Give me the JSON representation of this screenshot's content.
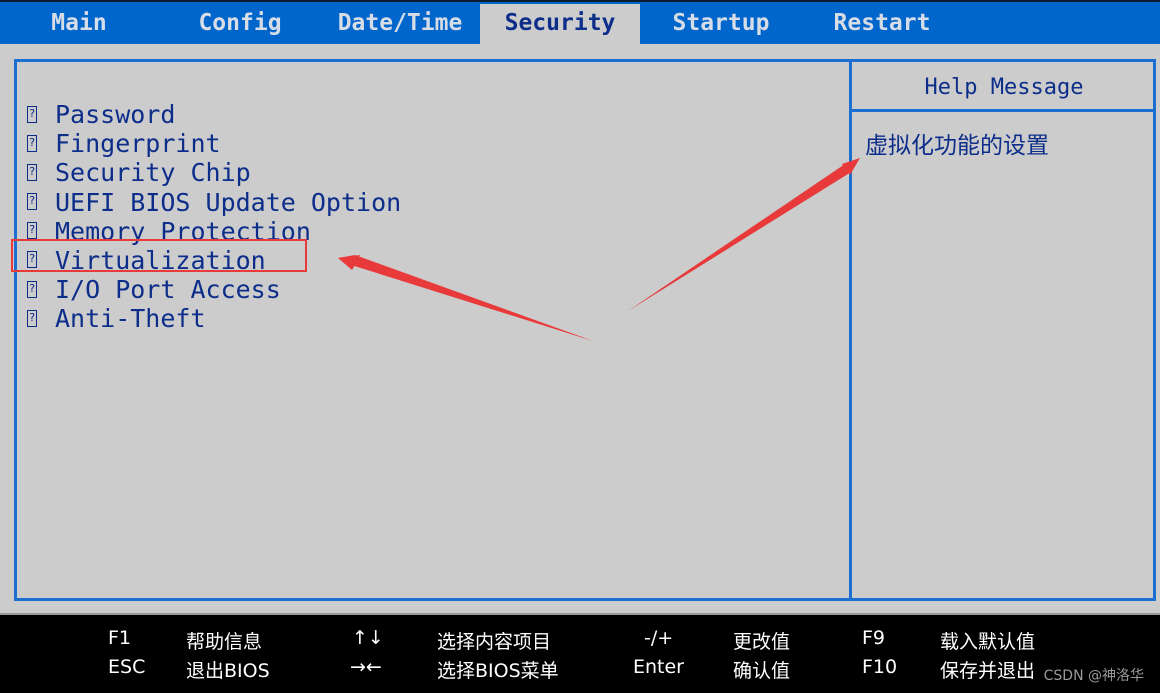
{
  "tabs": [
    {
      "label": "Main",
      "active": false
    },
    {
      "label": "Config",
      "active": false
    },
    {
      "label": "Date/Time",
      "active": false
    },
    {
      "label": "Security",
      "active": true
    },
    {
      "label": "Startup",
      "active": false
    },
    {
      "label": "Restart",
      "active": false
    }
  ],
  "menu": {
    "bullet_glyph": "?",
    "items": [
      {
        "label": "Password"
      },
      {
        "label": "Fingerprint"
      },
      {
        "label": "Security Chip"
      },
      {
        "label": "UEFI BIOS Update Option"
      },
      {
        "label": "Memory Protection"
      },
      {
        "label": "Virtualization",
        "highlighted": true
      },
      {
        "label": "I/O Port Access"
      },
      {
        "label": "Anti-Theft"
      }
    ]
  },
  "help": {
    "title": "Help Message",
    "text": "虚拟化功能的设置"
  },
  "footer": {
    "keys": [
      {
        "key": "F1",
        "desc": "帮助信息"
      },
      {
        "key": "ESC",
        "desc": "退出BIOS"
      },
      {
        "key": "↑↓",
        "desc": "选择内容项目"
      },
      {
        "key": "→←",
        "desc": "选择BIOS菜单"
      },
      {
        "key": "-/+",
        "desc": "更改值"
      },
      {
        "key": "Enter",
        "desc": "确认值"
      },
      {
        "key": "F9",
        "desc": "载入默认值"
      },
      {
        "key": "F10",
        "desc": "保存并退出"
      }
    ]
  },
  "watermark": "CSDN @神洛华",
  "colors": {
    "tab_bar": "#0066cc",
    "panel_bg": "#cccccc",
    "text_blue": "#0c2d8a",
    "border_blue": "#1a6fd0",
    "annotation_red": "#e83a3a",
    "footer_bg": "#000000"
  }
}
